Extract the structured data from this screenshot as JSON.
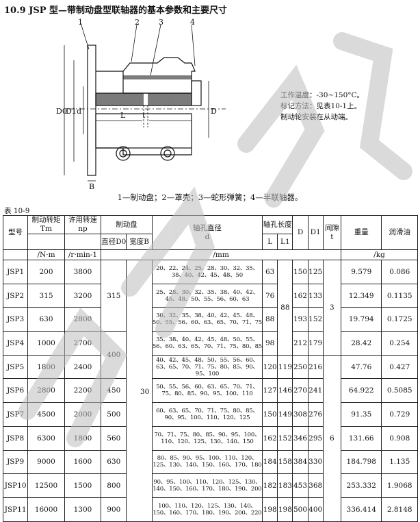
{
  "title": "10.9  JSP 型—带制动盘型联轴器的基本参数和主要尺寸",
  "drawing": {
    "callouts": [
      "1",
      "2",
      "3",
      "4"
    ],
    "dims": {
      "D0": "D0",
      "D1": "D1",
      "d": "d",
      "L": "L",
      "t": "t",
      "D": "D",
      "B": "B"
    }
  },
  "notes": [
    "工作温度：-30~150°C。",
    "标记方法：见表10-1上。",
    "制动轮安装在从动端。"
  ],
  "caption": "1—制动盘；2—罩壳；3—蛇形弹簧；4—半联轴器。",
  "table_label": "表 10-9",
  "headers": {
    "model": "型号",
    "torque": "制动转矩",
    "torque_sym": "Tm",
    "speed": "许用转速",
    "speed_sym": "np",
    "disk": "制动盘",
    "d0": "直径D0",
    "b": "宽度B",
    "bore": "轴孔直径",
    "bore_sym": "d",
    "length": "轴孔长度",
    "L": "L",
    "L1": "L1",
    "D": "D",
    "D1": "D1",
    "gap": "间隙",
    "gap_sym": "t",
    "weight": "重量",
    "oil": "润滑油"
  },
  "units": {
    "torque": "/N·m",
    "speed": "/r·min-1",
    "mm": "/mm",
    "kg": "/kg"
  },
  "rows": [
    {
      "model": "JSP1",
      "T": "200",
      "n": "3800",
      "bore": "20、22、24、25、28、30、32、35、38、40、42、45、48、50",
      "L": "63",
      "D": "150",
      "D1": "125",
      "w": "9.579",
      "oil": "0.086"
    },
    {
      "model": "JSP2",
      "T": "315",
      "n": "3200",
      "bore": "25、28、30、32、35、38、40、42、45、48、50、55、56、60、63",
      "L": "76",
      "D": "162",
      "D1": "133",
      "w": "12.349",
      "oil": "0.1135"
    },
    {
      "model": "JSP3",
      "T": "630",
      "n": "2800",
      "bore": "30、32、35、38、40、42、45、48、50、55、56、60、63、65、70、71、75",
      "L": "88",
      "D": "193",
      "D1": "152",
      "w": "19.794",
      "oil": "0.1725"
    },
    {
      "model": "JSP4",
      "T": "1000",
      "n": "2700",
      "bore": "35、38、40、42、45、48、50、55、56、60、63、65、70、71、75、80、85",
      "L": "98",
      "D": "212",
      "D1": "179",
      "w": "28.42",
      "oil": "0.254"
    },
    {
      "model": "JSP5",
      "T": "1800",
      "n": "2400",
      "bore": "40、42、45、48、50、55、56、60、63、65、70、71、75、80、85、90、95、100",
      "L": "120",
      "L1": "119",
      "D": "250",
      "D1": "216",
      "w": "47.76",
      "oil": "0.427"
    },
    {
      "model": "JSP6",
      "T": "2800",
      "n": "2200",
      "d0": "450",
      "bore": "50、55、56、60、63、65、70、71、75、80、85、90、95、100、110",
      "L": "127",
      "L1": "146",
      "D": "270",
      "D1": "241",
      "w": "64.922",
      "oil": "0.5085"
    },
    {
      "model": "JSP7",
      "T": "4500",
      "n": "2000",
      "d0": "500",
      "bore": "60、63、65、70、71、75、80、85、90、95、100、110、120、125",
      "L": "150",
      "L1": "149",
      "D": "308",
      "D1": "276",
      "w": "91.35",
      "oil": "0.729"
    },
    {
      "model": "JSP8",
      "T": "6300",
      "n": "1800",
      "d0": "560",
      "bore": "70、71、75、80、85、90、95、100、110、120、125、130、140、150",
      "L": "162",
      "L1": "152",
      "D": "346",
      "D1": "295",
      "w": "131.66",
      "oil": "0.908"
    },
    {
      "model": "JSP9",
      "T": "9000",
      "n": "1600",
      "d0": "630",
      "bore": "80、85、90、95、100、110、120、125、130、140、150、160、170、180",
      "L": "184",
      "L1": "158",
      "D": "384",
      "D1": "330",
      "w": "184.798",
      "oil": "1.135"
    },
    {
      "model": "JSP10",
      "T": "12500",
      "n": "1500",
      "d0": "800",
      "bore": "90、95、100、110、120、125、130、140、150、160、170、180、190、200",
      "L": "182",
      "L1": "183",
      "D": "453",
      "D1": "368",
      "w": "253.332",
      "oil": "1.9068"
    },
    {
      "model": "JSP11",
      "T": "16000",
      "n": "1300",
      "d0": "900",
      "bore": "100、110、120、125、130、140、150、160、170、180、190、200、220",
      "L": "198",
      "L1": "198",
      "D": "500",
      "D1": "400",
      "w": "336.414",
      "oil": "2.8148"
    }
  ],
  "merged": {
    "d0_a": "315",
    "d0_b": "400",
    "b": "30",
    "L1_a": "88",
    "t_a": "3",
    "t_b": "6"
  }
}
